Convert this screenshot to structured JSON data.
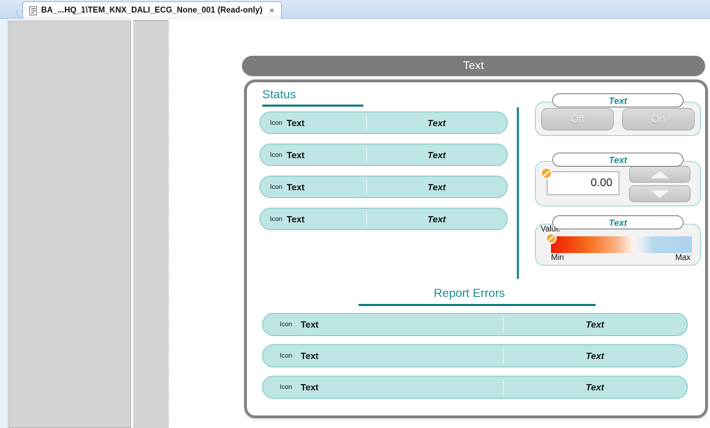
{
  "window": {
    "tab": {
      "icon": "document-icon",
      "title": "BA_...HQ_1\\TEM_KNX_DALI_ECG_None_001 (Read-only)",
      "close": "×"
    }
  },
  "view": {
    "header_title": "Text"
  },
  "colors": {
    "teal": "#1d8c8c",
    "row_fill": "#bce5e3",
    "row_border": "#72c3c0",
    "header_gray": "#7c7c7c",
    "accent_orange": "#f6a62c",
    "gradient_min": "#f21c00",
    "gradient_mid": "#fdf3ec",
    "gradient_max": "#aed3ee"
  },
  "status_section": {
    "heading": "Status",
    "rows": [
      {
        "icon": "Icon",
        "label": "Text",
        "value": "Text"
      },
      {
        "icon": "Icon",
        "label": "Text",
        "value": "Text"
      },
      {
        "icon": "Icon",
        "label": "Text",
        "value": "Text"
      },
      {
        "icon": "Icon",
        "label": "Text",
        "value": "Text"
      }
    ]
  },
  "controls": {
    "onoff": {
      "caption": "Text",
      "off_label": "Off",
      "on_label": "On"
    },
    "spinner": {
      "caption": "Text",
      "value": "0.00",
      "badge": "no-entry-icon",
      "up": "chevron-up-icon",
      "down": "chevron-down-icon"
    },
    "value_slider": {
      "caption": "Text",
      "label": "Value",
      "min_label": "Min",
      "max_label": "Max",
      "handle_position_pct": 3
    }
  },
  "errors_section": {
    "heading": "Report Errors",
    "rows": [
      {
        "icon": "Icon",
        "label": "Text",
        "value": "Text"
      },
      {
        "icon": "Icon",
        "label": "Text",
        "value": "Text"
      },
      {
        "icon": "Icon",
        "label": "Text",
        "value": "Text"
      }
    ]
  }
}
